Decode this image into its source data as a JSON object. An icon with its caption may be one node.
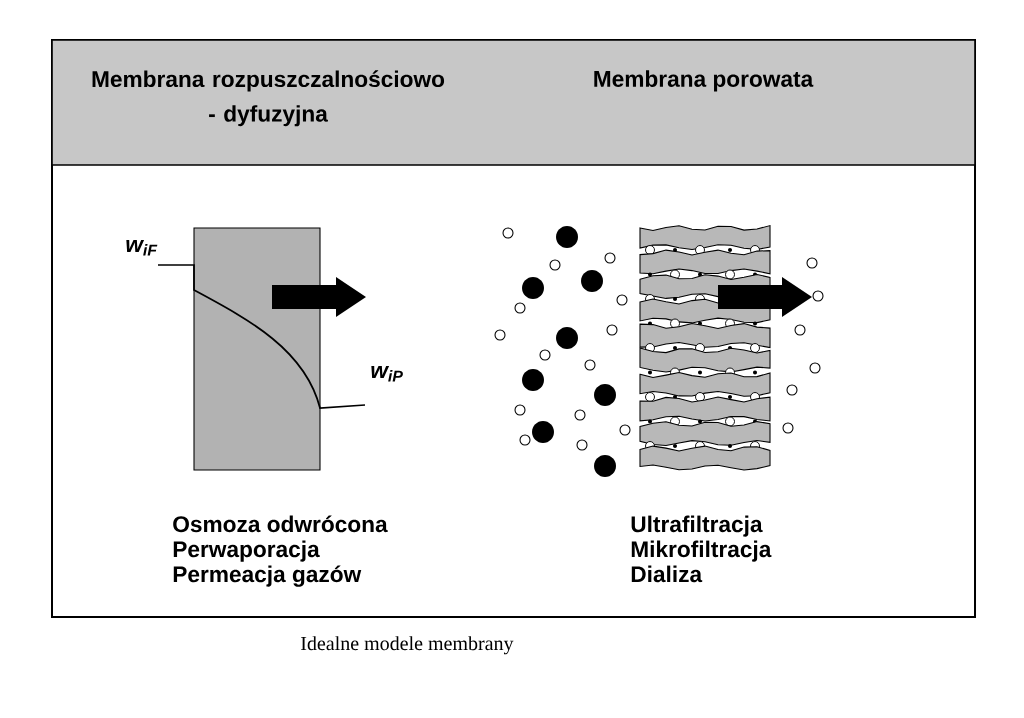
{
  "diagram": {
    "caption": "Idealne modele membrany",
    "labels": [
      "Membrana rozpuszczalnościowo - dyfuzyjna",
      "Membrana porowata",
      "w$_{iF}$",
      "w$_{iP}$",
      "Osmoza odwrócona",
      "Perwaporacja",
      "Permeacja gazów",
      "Ultrafiltracja",
      "Mikrofiltracja",
      "Dializa"
    ]
  }
}
